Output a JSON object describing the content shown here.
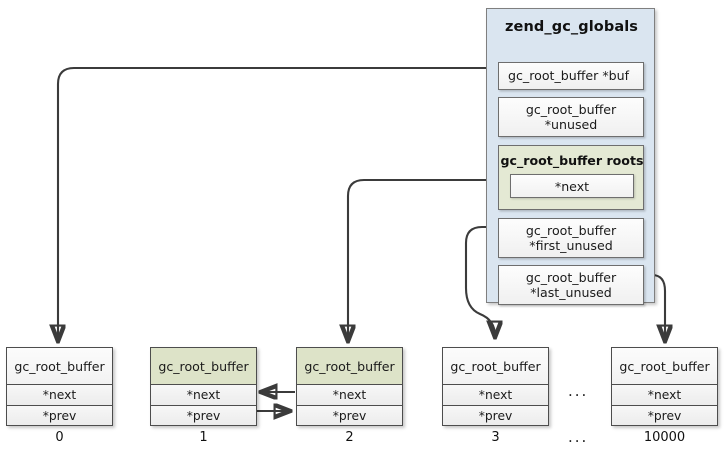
{
  "diagram": {
    "title_hidden": "",
    "colors": {
      "panel_bg": "#dae5f0",
      "roots_bg": "#e4e9d4",
      "node_header_green": "#dde3c8",
      "node_header_gray": "#f2f2f2",
      "stroke": "#3b3b3b"
    }
  },
  "globals_panel": {
    "title": "zend_gc_globals",
    "fields": [
      {
        "key": "buf",
        "text": "gc_root_buffer  *buf",
        "line1": "gc_root_buffer  *buf",
        "line2": ""
      },
      {
        "key": "unused",
        "text": "gc_root_buffer *unused",
        "line1": "gc_root_buffer",
        "line2": "*unused"
      },
      {
        "key": "first_unused",
        "text": "gc_root_buffer *first_unused",
        "line1": "gc_root_buffer",
        "line2": "*first_unused"
      },
      {
        "key": "last_unused",
        "text": "gc_root_buffer *last_unused",
        "line1": "gc_root_buffer",
        "line2": "*last_unused"
      }
    ],
    "roots": {
      "title": "gc_root_buffer  roots",
      "next_label": "*next"
    }
  },
  "buffer_nodes": [
    {
      "index": 0,
      "header": "gc_root_buffer",
      "next": "*next",
      "prev": "*prev",
      "label": "0",
      "highlighted": false
    },
    {
      "index": 1,
      "header": "gc_root_buffer",
      "next": "*next",
      "prev": "*prev",
      "label": "1",
      "highlighted": true
    },
    {
      "index": 2,
      "header": "gc_root_buffer",
      "next": "*next",
      "prev": "*prev",
      "label": "2",
      "highlighted": true
    },
    {
      "index": 3,
      "header": "gc_root_buffer",
      "next": "*next",
      "prev": "*prev",
      "label": "3",
      "highlighted": false
    },
    {
      "index": 10000,
      "header": "gc_root_buffer",
      "next": "*next",
      "prev": "*prev",
      "label": "10000",
      "highlighted": false
    }
  ],
  "ellipses": {
    "row": "...",
    "label_row": "..."
  }
}
